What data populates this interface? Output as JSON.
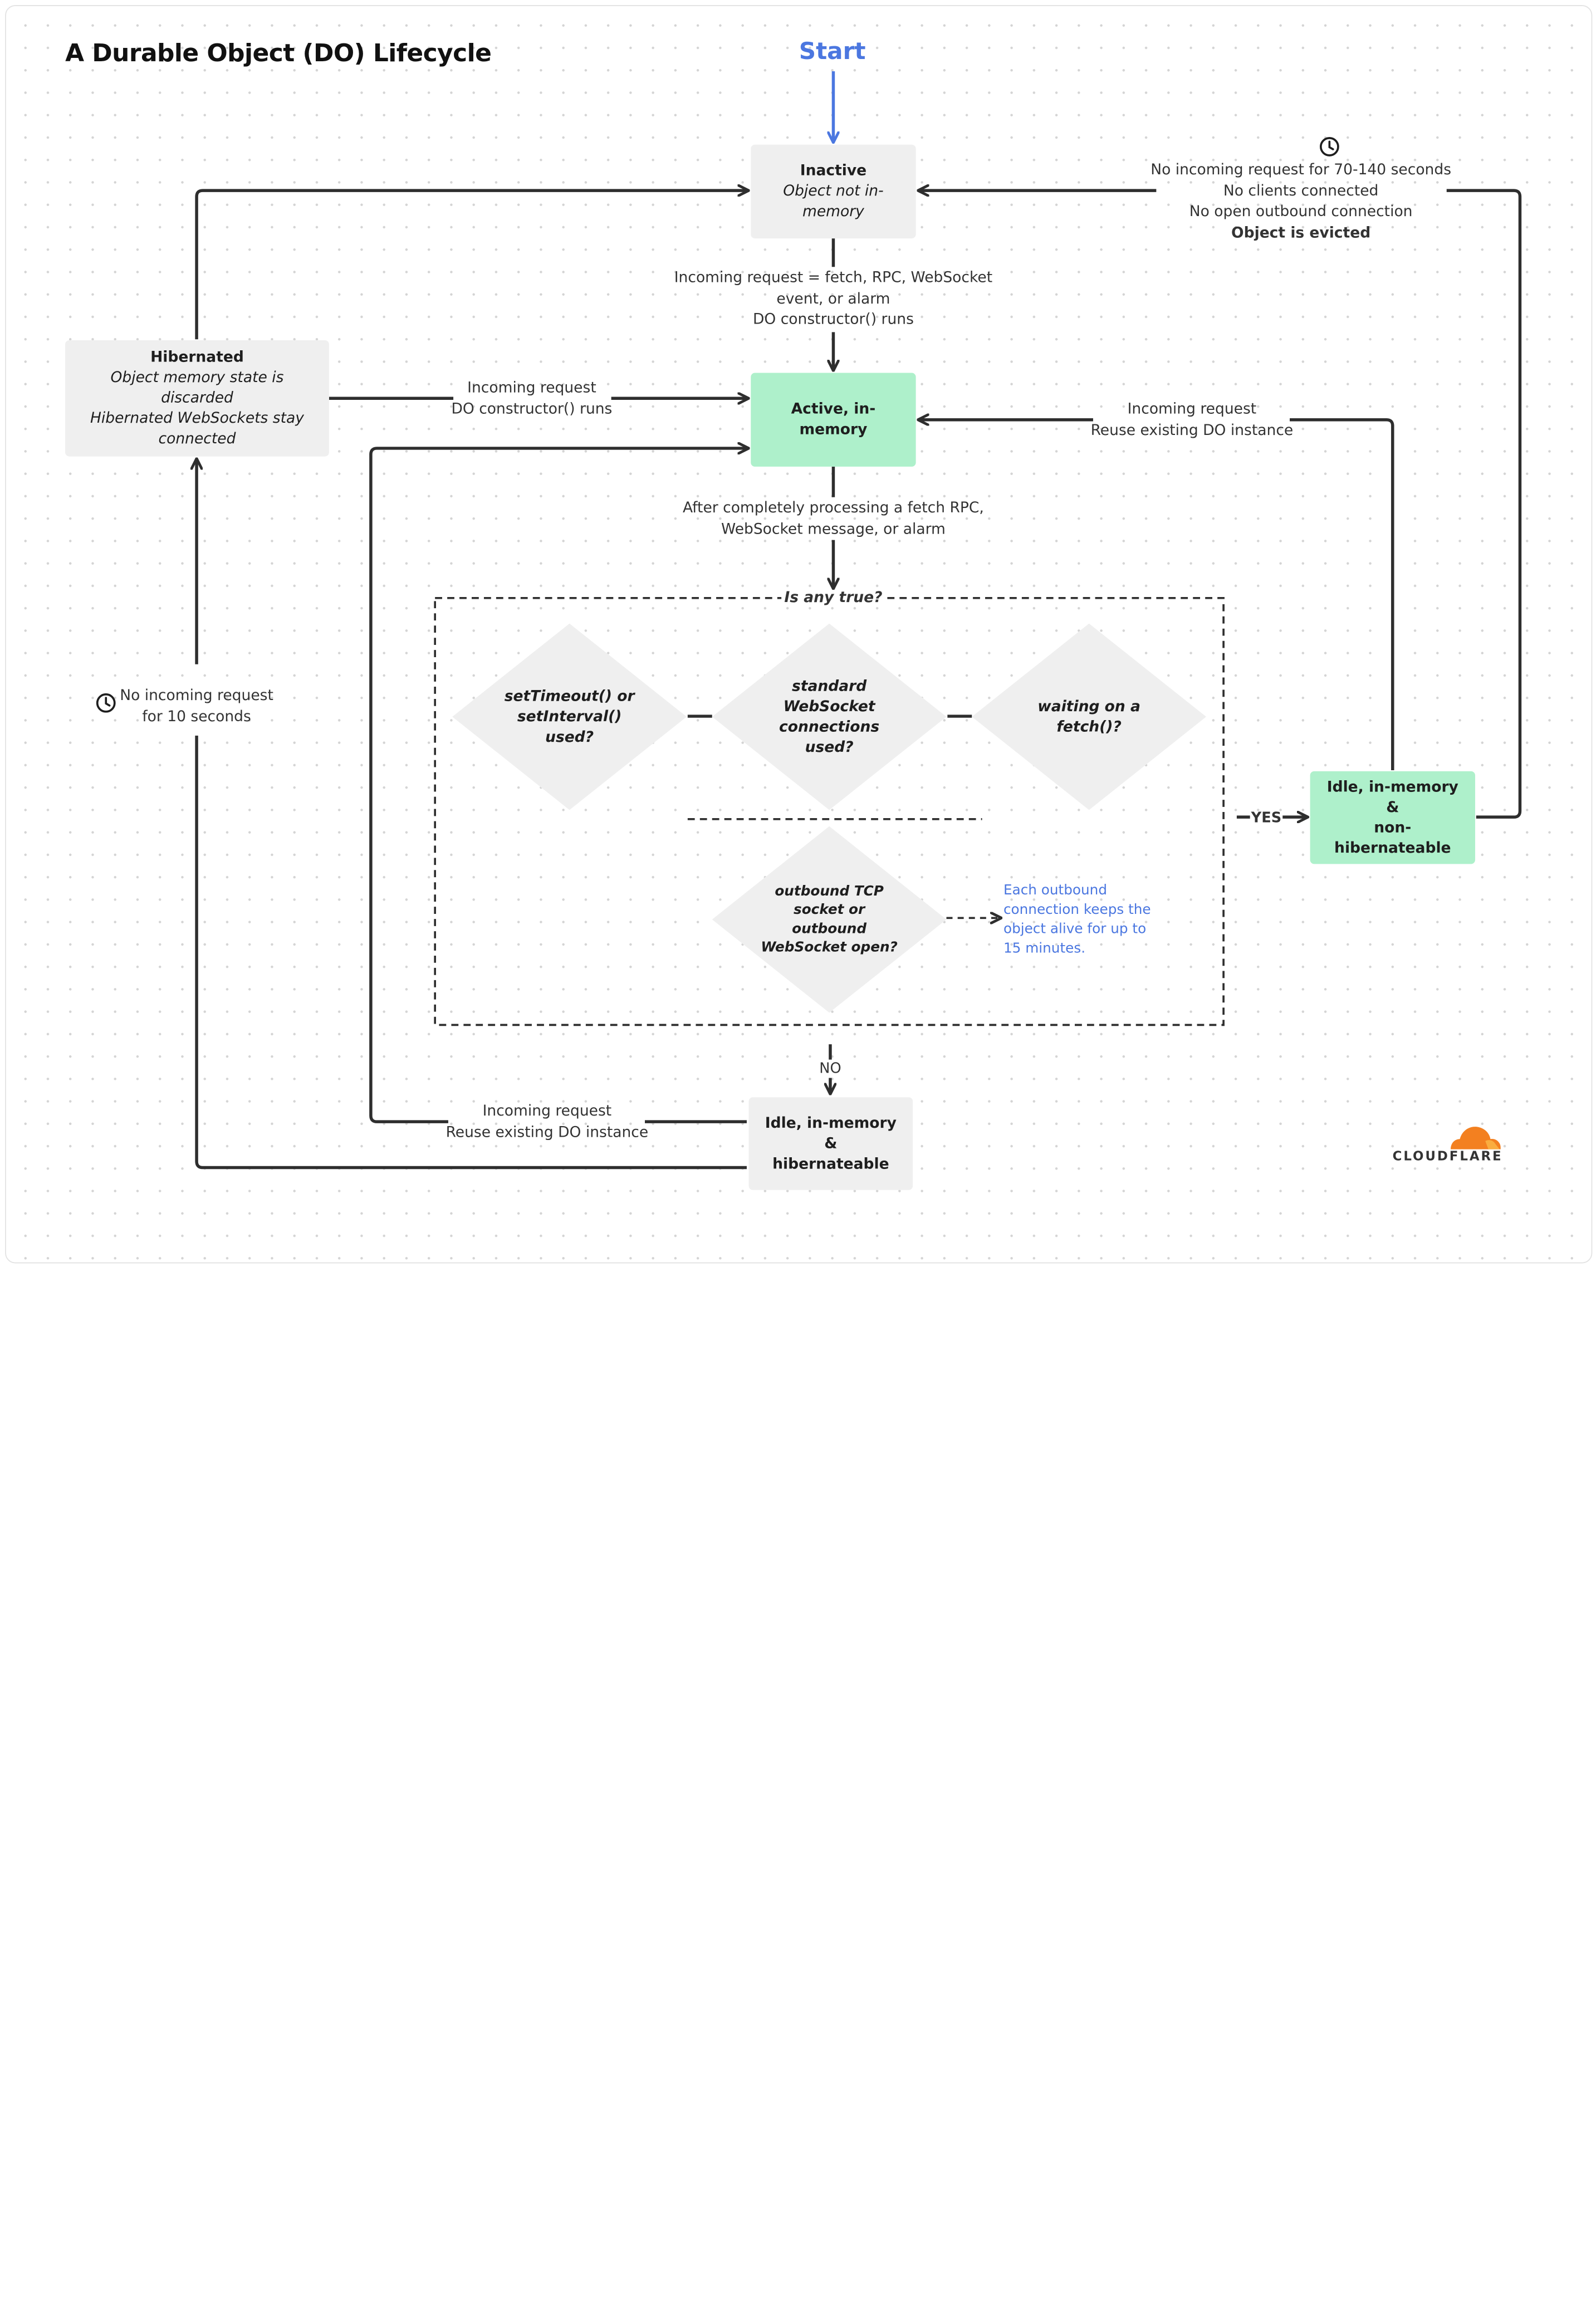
{
  "title": "A Durable Object (DO) Lifecycle",
  "start": "Start",
  "nodes": {
    "inactive": {
      "title": "Inactive",
      "subtitle": "Object not in-memory"
    },
    "active": {
      "title": "Active, in-memory"
    },
    "hibernated": {
      "title": "Hibernated",
      "line1": "Object memory state is discarded",
      "line2": "Hibernated WebSockets stay",
      "line3": "connected"
    },
    "idle_non_hib": {
      "line1": "Idle, in-memory &",
      "line2": "non-hibernateable"
    },
    "idle_hib": {
      "line1": "Idle, in-memory &",
      "line2": "hibernateable"
    }
  },
  "labels": {
    "evict": {
      "line1": "No incoming request for 70-140 seconds",
      "line2": "No clients connected",
      "line3": "No open outbound connection",
      "line4": "Object is evicted"
    },
    "incoming_to_active": {
      "line1": "Incoming request = fetch, RPC, WebSocket",
      "line2": "event, or alarm",
      "line3": "DO constructor() runs"
    },
    "hib_to_active": {
      "line1": "Incoming request",
      "line2": "DO constructor() runs"
    },
    "idle_nh_to_active": {
      "line1": "Incoming request",
      "line2": "Reuse existing DO instance"
    },
    "after_processing": {
      "line1": "After completely processing a fetch RPC,",
      "line2": "WebSocket message, or alarm"
    },
    "is_any_true": "Is any true?",
    "no_request_10": {
      "line1": "No incoming request",
      "line2": "for 10 seconds"
    },
    "yes": "YES",
    "no": "NO",
    "idle_hib_to_active": {
      "line1": "Incoming request",
      "line2": "Reuse existing DO instance"
    }
  },
  "conditions": {
    "timers": {
      "line1": "setTimeout() or",
      "line2": "setInterval()",
      "line3": "used?"
    },
    "websocket": {
      "line1": "standard",
      "line2": "WebSocket",
      "line3": "connections",
      "line4": "used?"
    },
    "fetch": {
      "line1": "waiting on a",
      "line2": "fetch()?"
    },
    "outbound": {
      "line1": "outbound TCP",
      "line2": "socket or",
      "line3": "outbound",
      "line4": "WebSocket open?"
    }
  },
  "note": "Each outbound connection keeps the object alive for up to 15 minutes.",
  "logo": "CLOUDFLARE",
  "colors": {
    "accent_blue": "#4b77e0",
    "active_green": "#aef0cb",
    "node_grey": "#efefef",
    "line": "#2e2e2e",
    "logo_orange": "#f38020"
  },
  "icons": {
    "clock": "clock-icon",
    "cloud": "cloudflare-cloud-icon"
  }
}
